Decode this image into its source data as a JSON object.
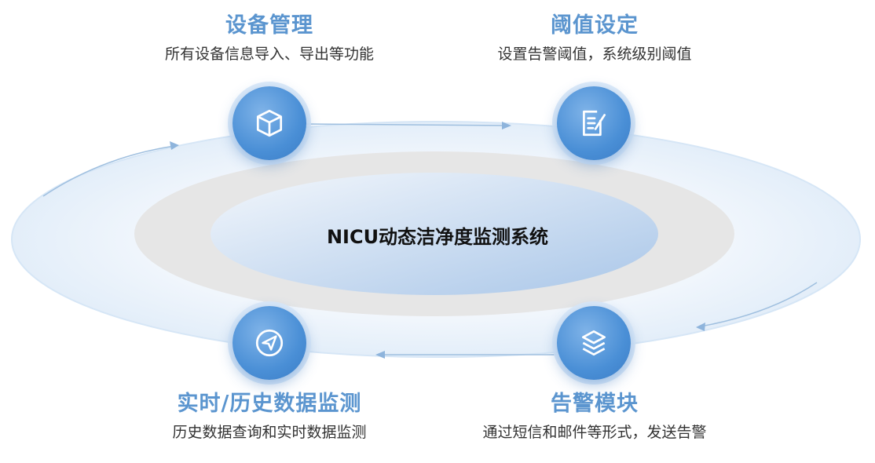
{
  "center": {
    "title": "NICU动态洁净度监测系统"
  },
  "modules": {
    "device": {
      "title": "设备管理",
      "desc": "所有设备信息导入、导出等功能",
      "icon": "cube-icon"
    },
    "threshold": {
      "title": "阈值设定",
      "desc": "设置告警阈值，系统级别阈值",
      "icon": "document-edit-icon"
    },
    "monitor": {
      "title": "实时/历史数据监测",
      "desc": "历史数据查询和实时数据监测",
      "icon": "send-icon"
    },
    "alarm": {
      "title": "告警模块",
      "desc": "通过短信和邮件等形式，发送告警",
      "icon": "layers-icon"
    }
  },
  "colors": {
    "accent": "#5b95cf",
    "node": "#4a8fd6",
    "ring": "#e9e9e9"
  }
}
